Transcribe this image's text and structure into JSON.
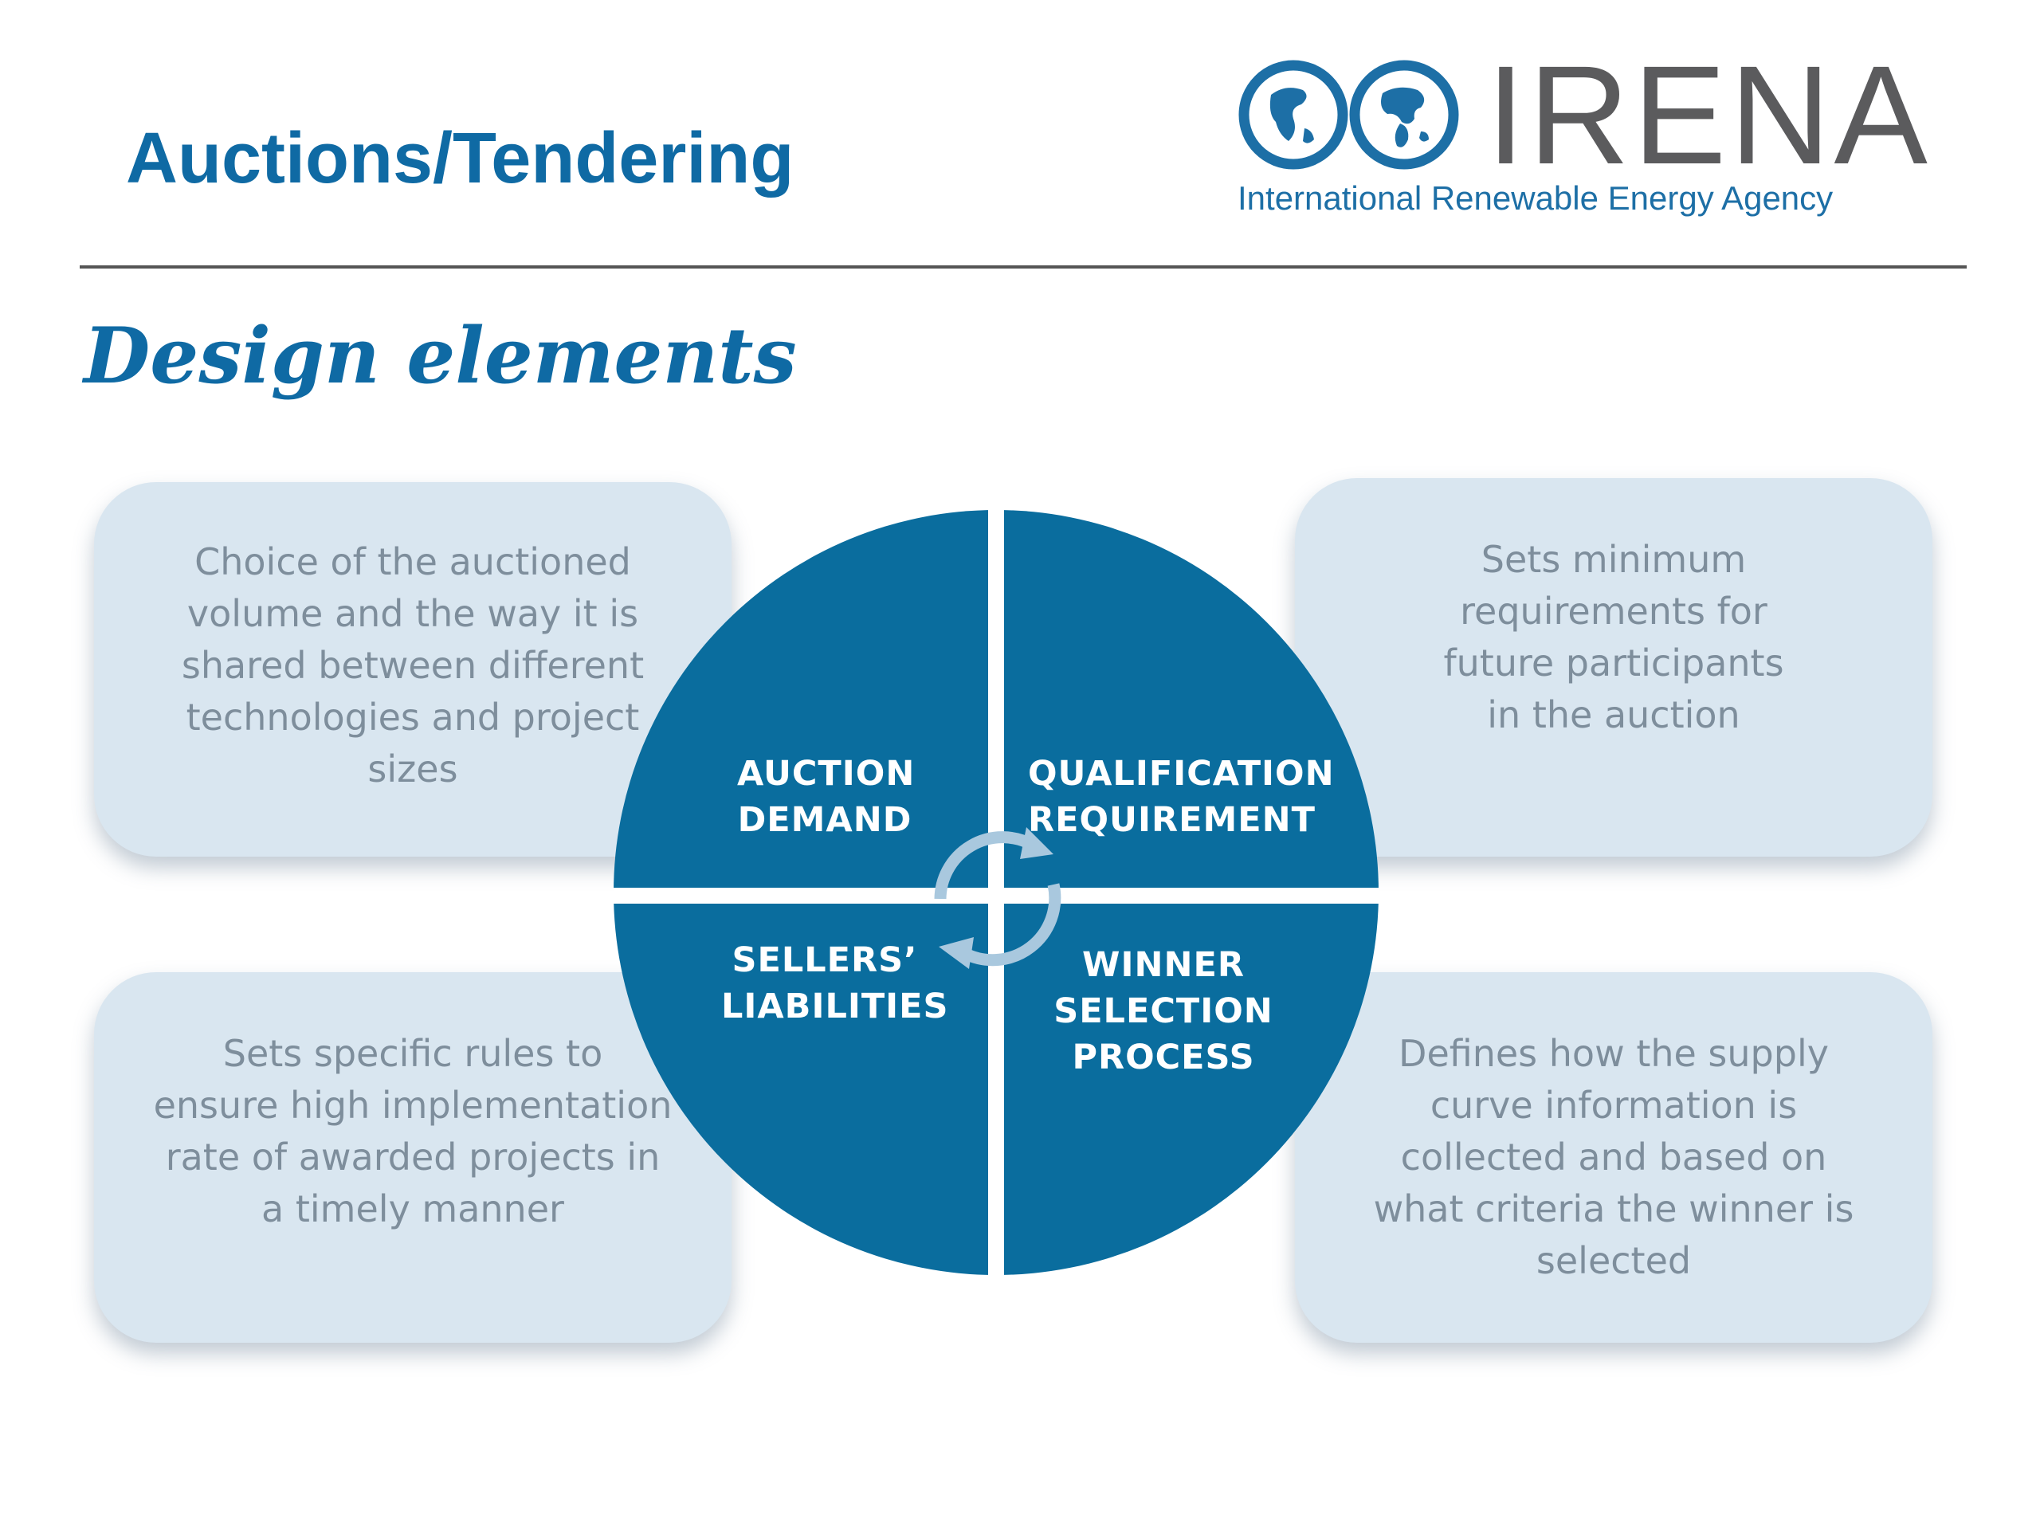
{
  "header": {
    "title": "Auctions/Tendering",
    "logo_word": "IRENA",
    "logo_subtitle": "International Renewable Energy Agency"
  },
  "section_title": "Design elements",
  "wheel": {
    "quadrants": [
      {
        "id": "auction-demand",
        "lines": [
          "AUCTION",
          "DEMAND"
        ]
      },
      {
        "id": "qualification-requirement",
        "lines": [
          "QUALIFICATION",
          "REQUIREMENT"
        ]
      },
      {
        "id": "sellers-liabilities",
        "lines": [
          "SELLERS’",
          "LIABILITIES"
        ]
      },
      {
        "id": "winner-selection-process",
        "lines": [
          "WINNER",
          "SELECTION",
          "PROCESS"
        ]
      }
    ],
    "colors": {
      "quadrant": "#0a6d9e",
      "cycle_arrows": "#a9c8de"
    }
  },
  "boxes": {
    "top_left": [
      "Choice of the auctioned",
      "volume and the way it is",
      "shared between different",
      "technologies and project",
      "sizes"
    ],
    "top_right": [
      "Sets minimum",
      "requirements for",
      "future participants",
      "in the auction"
    ],
    "bottom_left": [
      "Sets specific rules to",
      "ensure high implementation",
      "rate of awarded projects in",
      "a timely manner"
    ],
    "bottom_right": [
      "Defines how the supply",
      "curve information is",
      "collected and based on",
      "what criteria the winner is",
      "selected"
    ]
  },
  "colors": {
    "title_blue": "#0f6aa4",
    "box_fill": "#d9e6f0",
    "box_text": "#7e8e9c",
    "logo_gray": "#5b5b5d"
  }
}
